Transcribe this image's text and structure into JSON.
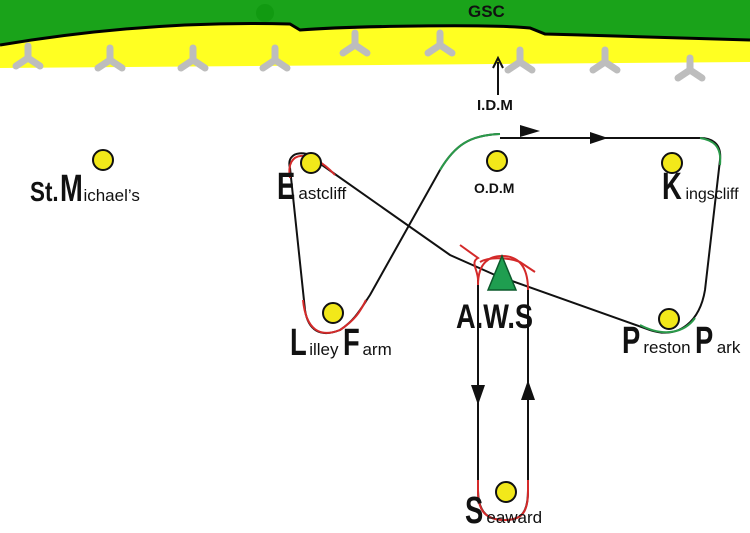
{
  "header": {
    "gsc": "GSC"
  },
  "markers": {
    "idm": "I.D.M",
    "odm": "O.D.M",
    "aws": "A.W.S"
  },
  "stations": {
    "st_michaels": {
      "a": "St. ",
      "b": "M",
      "c": "ichael’s"
    },
    "eastcliff": {
      "a": "E",
      "b": "astcliff"
    },
    "kingscliff": {
      "a": "K",
      "b": "ingscliff"
    },
    "lilley_farm": {
      "a": "L",
      "b": "illey ",
      "c": "F",
      "d": "arm"
    },
    "preston_park": {
      "a": "P",
      "b": "reston ",
      "c": "P",
      "d": "ark"
    },
    "seaward": {
      "a": "S",
      "b": "eaward"
    }
  },
  "colors": {
    "grass": "#1aa31a",
    "sand": "#ffff22",
    "station": "#f2e81a",
    "track": "#111111",
    "red_segment": "#d42a2a",
    "green_segment": "#2a9a4a",
    "aws_triangle": "#1f9e50",
    "hedgehog": "#bdbdbd"
  }
}
